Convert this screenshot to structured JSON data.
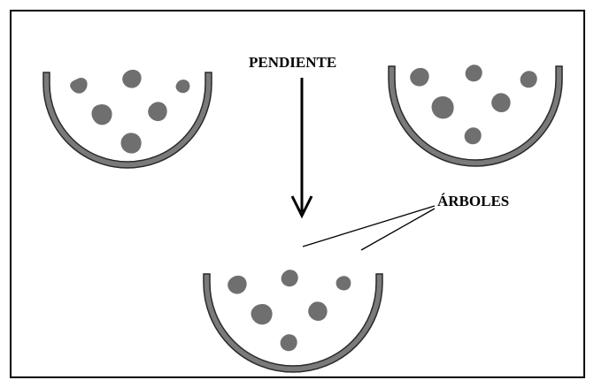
{
  "labels": {
    "slope": "PENDIENTE",
    "trees": "ÁRBOLES"
  },
  "colors": {
    "frame": "#000000",
    "basin_fill": "#7a7a7a",
    "basin_edge": "#2a2a2a",
    "tree_blob": "#6f6f6f",
    "arrow": "#000000",
    "background": "#ffffff"
  },
  "basins": [
    {
      "id": "basin-top-left",
      "tree_count": 6
    },
    {
      "id": "basin-top-right",
      "tree_count": 6
    },
    {
      "id": "basin-bottom",
      "tree_count": 6
    }
  ]
}
